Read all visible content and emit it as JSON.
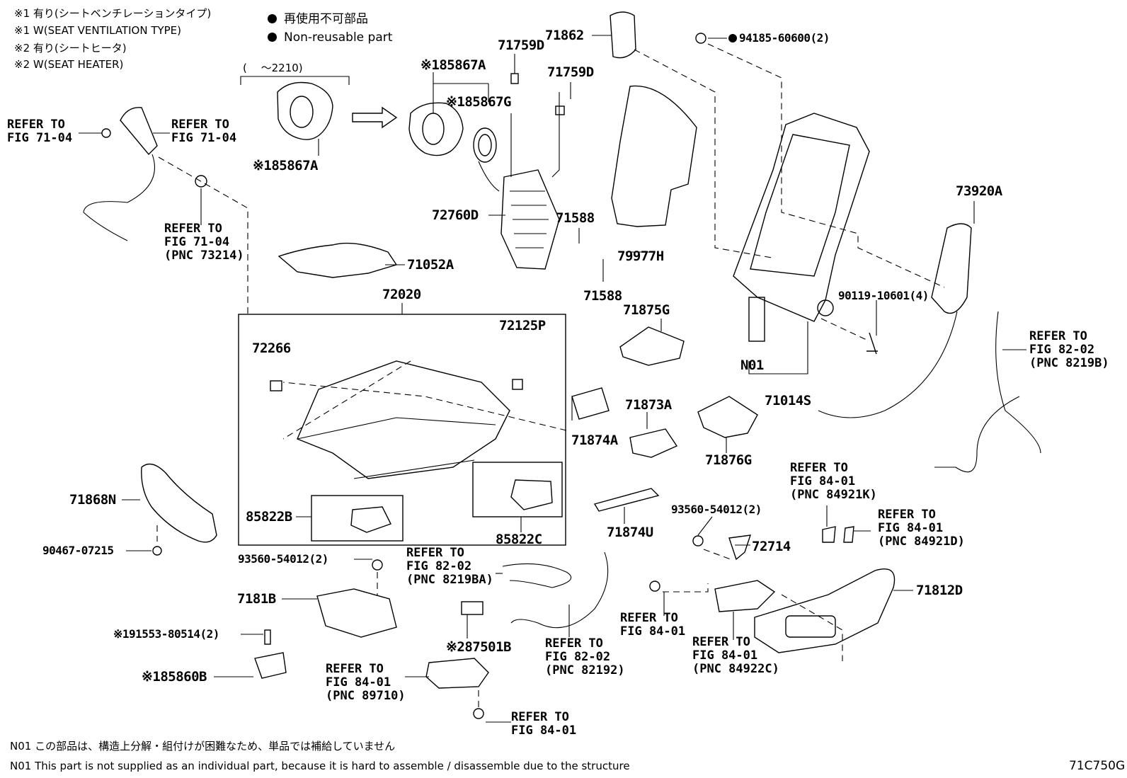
{
  "notes": {
    "legend_line1": "※1 有り(シートベンチレーションタイプ)",
    "legend_line2": "※1 W(SEAT VENTILATION TYPE)",
    "legend_line3": "※2 有り(シートヒータ)",
    "legend_line4": "※2 W(SEAT HEATER)",
    "nonreusable_jp": "再使用不可部品",
    "nonreusable_en": "Non-reusable part",
    "n01_jp": "N01 この部品は、構造上分解・組付けが困難なため、単品では補給していません",
    "n01_en": "N01 This part is not supplied as an individual part, because it is hard to assemble / disassemble due to the structure",
    "figure_id": "71C750G",
    "date_range": "(　 ～2210)"
  },
  "labels": {
    "p85867A_top": "※185867A",
    "p85867A_left": "※185867A",
    "p85867G": "※185867G",
    "p71759D_1": "71759D",
    "p71759D_2": "71759D",
    "p71862": "71862",
    "p94185": "94185-60600(2)",
    "p72760D": "72760D",
    "p71588_1": "71588",
    "p71588_2": "71588",
    "p79977H": "79977H",
    "p73920A": "73920A",
    "p71052A": "71052A",
    "p72020": "72020",
    "p72266": "72266",
    "p72125P": "72125P",
    "p71875G": "71875G",
    "p90119": "90119-10601(4)",
    "pN01": "N01",
    "p71014S": "71014S",
    "p71874A": "71874A",
    "p71873A": "71873A",
    "p71876G": "71876G",
    "p71868N": "71868N",
    "p85822B": "85822B",
    "p85822C": "85822C",
    "p71874U": "71874U",
    "p93560_1": "93560-54012(2)",
    "p72714": "72714",
    "p90467": "90467-07215",
    "p93560_2": "93560-54012(2)",
    "p7181B": "7181B",
    "p91553": "※191553-80514(2)",
    "p85860B": "※185860B",
    "p87501B": "※287501B",
    "p71812D": "71812D"
  },
  "refs": {
    "r1": [
      "REFER TO",
      "FIG 71-04"
    ],
    "r2": [
      "REFER TO",
      "FIG 71-04"
    ],
    "r3": [
      "REFER TO",
      "FIG 71-04",
      "(PNC 73214)"
    ],
    "r4": [
      "REFER TO",
      "FIG 82-02",
      "(PNC 8219B)"
    ],
    "r5": [
      "REFER TO",
      "FIG 84-01",
      "(PNC 84921K)"
    ],
    "r6": [
      "REFER TO",
      "FIG 84-01",
      "(PNC 84921D)"
    ],
    "r7": [
      "REFER TO",
      "FIG 82-02",
      "(PNC 8219BA)"
    ],
    "r8": [
      "REFER TO",
      "FIG 84-01"
    ],
    "r9": [
      "REFER TO",
      "FIG 82-02",
      "(PNC 82192)"
    ],
    "r10": [
      "REFER TO",
      "FIG 84-01",
      "(PNC 84922C)"
    ],
    "r11": [
      "REFER TO",
      "FIG 84-01",
      "(PNC 89710)"
    ],
    "r12": [
      "REFER TO",
      "FIG 84-01"
    ]
  }
}
